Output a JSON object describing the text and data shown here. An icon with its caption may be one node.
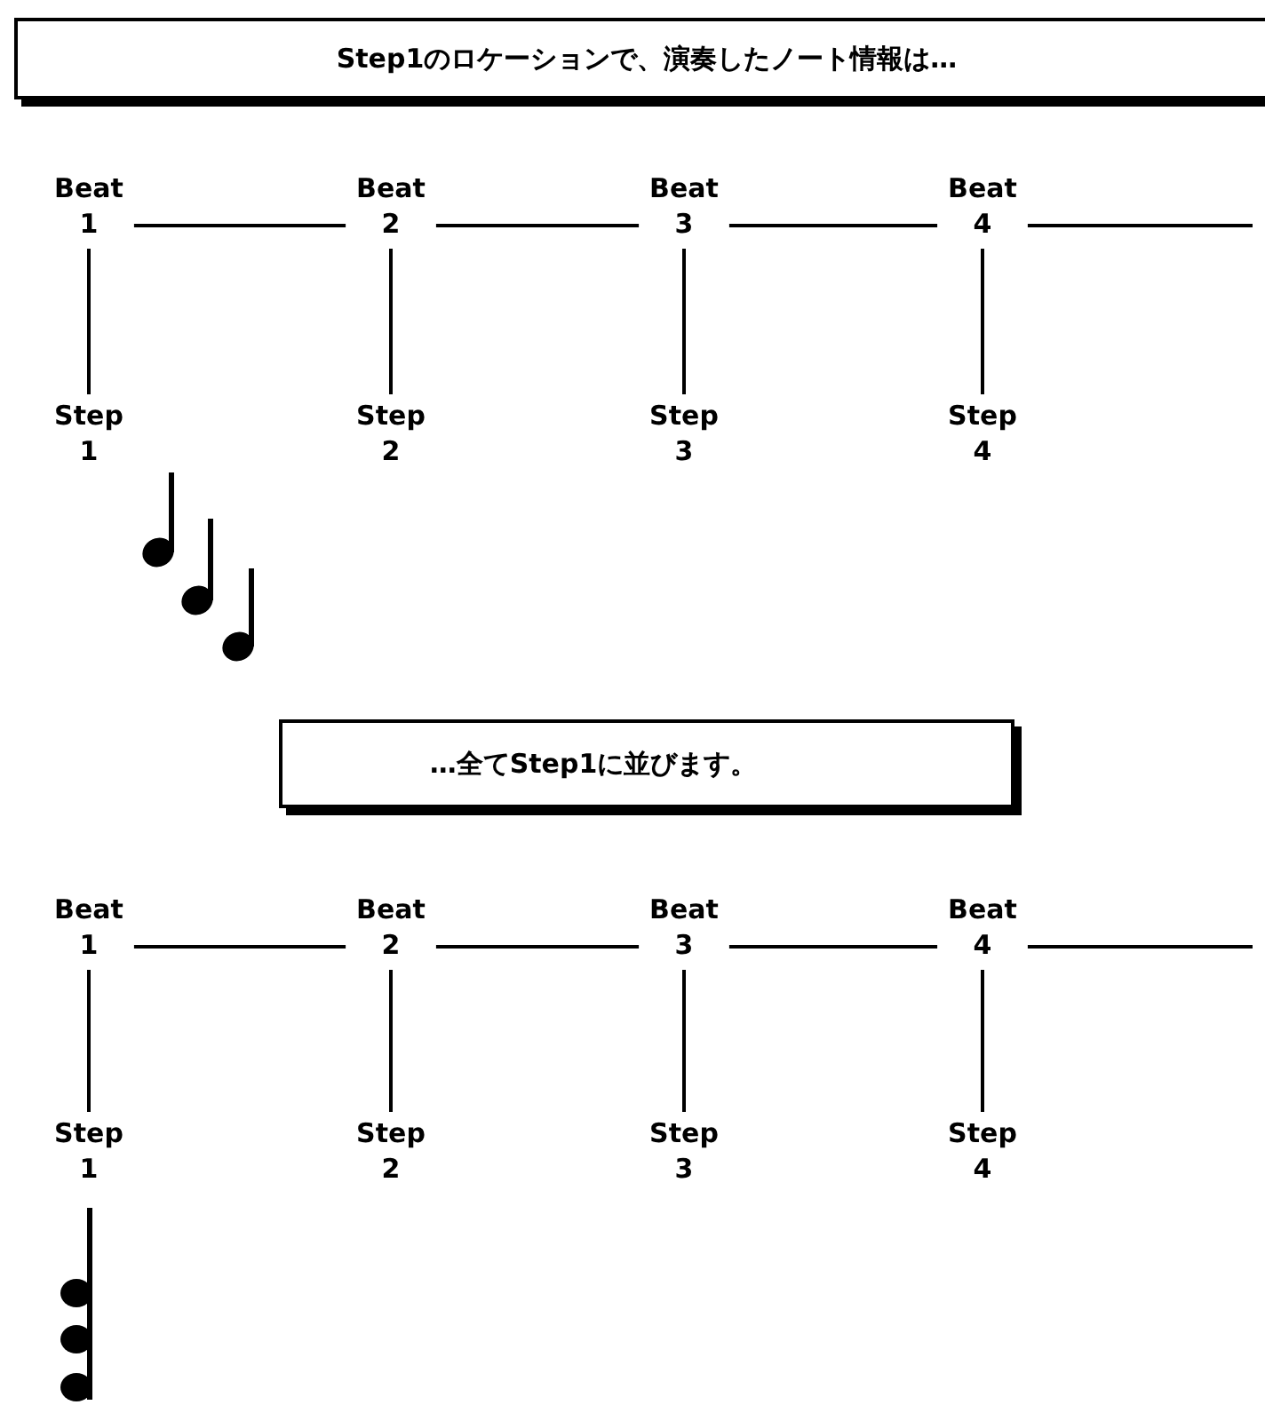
{
  "diagram": {
    "nodes": [
      {
        "text": [
          "Step1のロケーションで、演奏したノート情報は…"
        ]
      },
      {
        "text": [
          "Beat 1"
        ]
      },
      {
        "text": [
          "Beat 2"
        ]
      },
      {
        "text": [
          "Beat 3"
        ]
      },
      {
        "text": [
          "Beat 4"
        ]
      },
      {
        "text": [
          "Step 1"
        ]
      },
      {
        "text": [
          "Step 2"
        ]
      },
      {
        "text": [
          "Step 3"
        ]
      },
      {
        "text": [
          "Step 4"
        ]
      },
      {
        "text": [
          "…全てStep1に並びます。"
        ]
      },
      {
        "text": [
          "Beat 1"
        ]
      },
      {
        "text": [
          "Beat 2"
        ]
      },
      {
        "text": [
          "Beat 3"
        ]
      },
      {
        "text": [
          "Beat 4"
        ]
      },
      {
        "text": [
          "Step 1"
        ]
      },
      {
        "text": [
          "Step 2"
        ]
      },
      {
        "text": [
          "Step 3"
        ]
      },
      {
        "text": [
          "Step 4"
        ]
      }
    ],
    "edges": [
      {
        "from": 1,
        "to": 2,
        "arrow": "none"
      },
      {
        "from": 2,
        "to": 3,
        "arrow": "none"
      },
      {
        "from": 3,
        "to": 4,
        "arrow": "none"
      },
      {
        "from": 4,
        "to": null,
        "arrow": "none"
      },
      {
        "from": 1,
        "to": 5,
        "arrow": "none"
      },
      {
        "from": 2,
        "to": 6,
        "arrow": "none"
      },
      {
        "from": 3,
        "to": 7,
        "arrow": "none"
      },
      {
        "from": 4,
        "to": 8,
        "arrow": "none"
      },
      {
        "from": 10,
        "to": 11,
        "arrow": "none"
      },
      {
        "from": 11,
        "to": 12,
        "arrow": "none"
      },
      {
        "from": 12,
        "to": 13,
        "arrow": "none"
      },
      {
        "from": 13,
        "to": null,
        "arrow": "none"
      },
      {
        "from": 10,
        "to": 14,
        "arrow": "none"
      },
      {
        "from": 11,
        "to": 15,
        "arrow": "none"
      },
      {
        "from": 12,
        "to": 16,
        "arrow": "none"
      },
      {
        "from": 13,
        "to": 17,
        "arrow": "none"
      }
    ]
  }
}
